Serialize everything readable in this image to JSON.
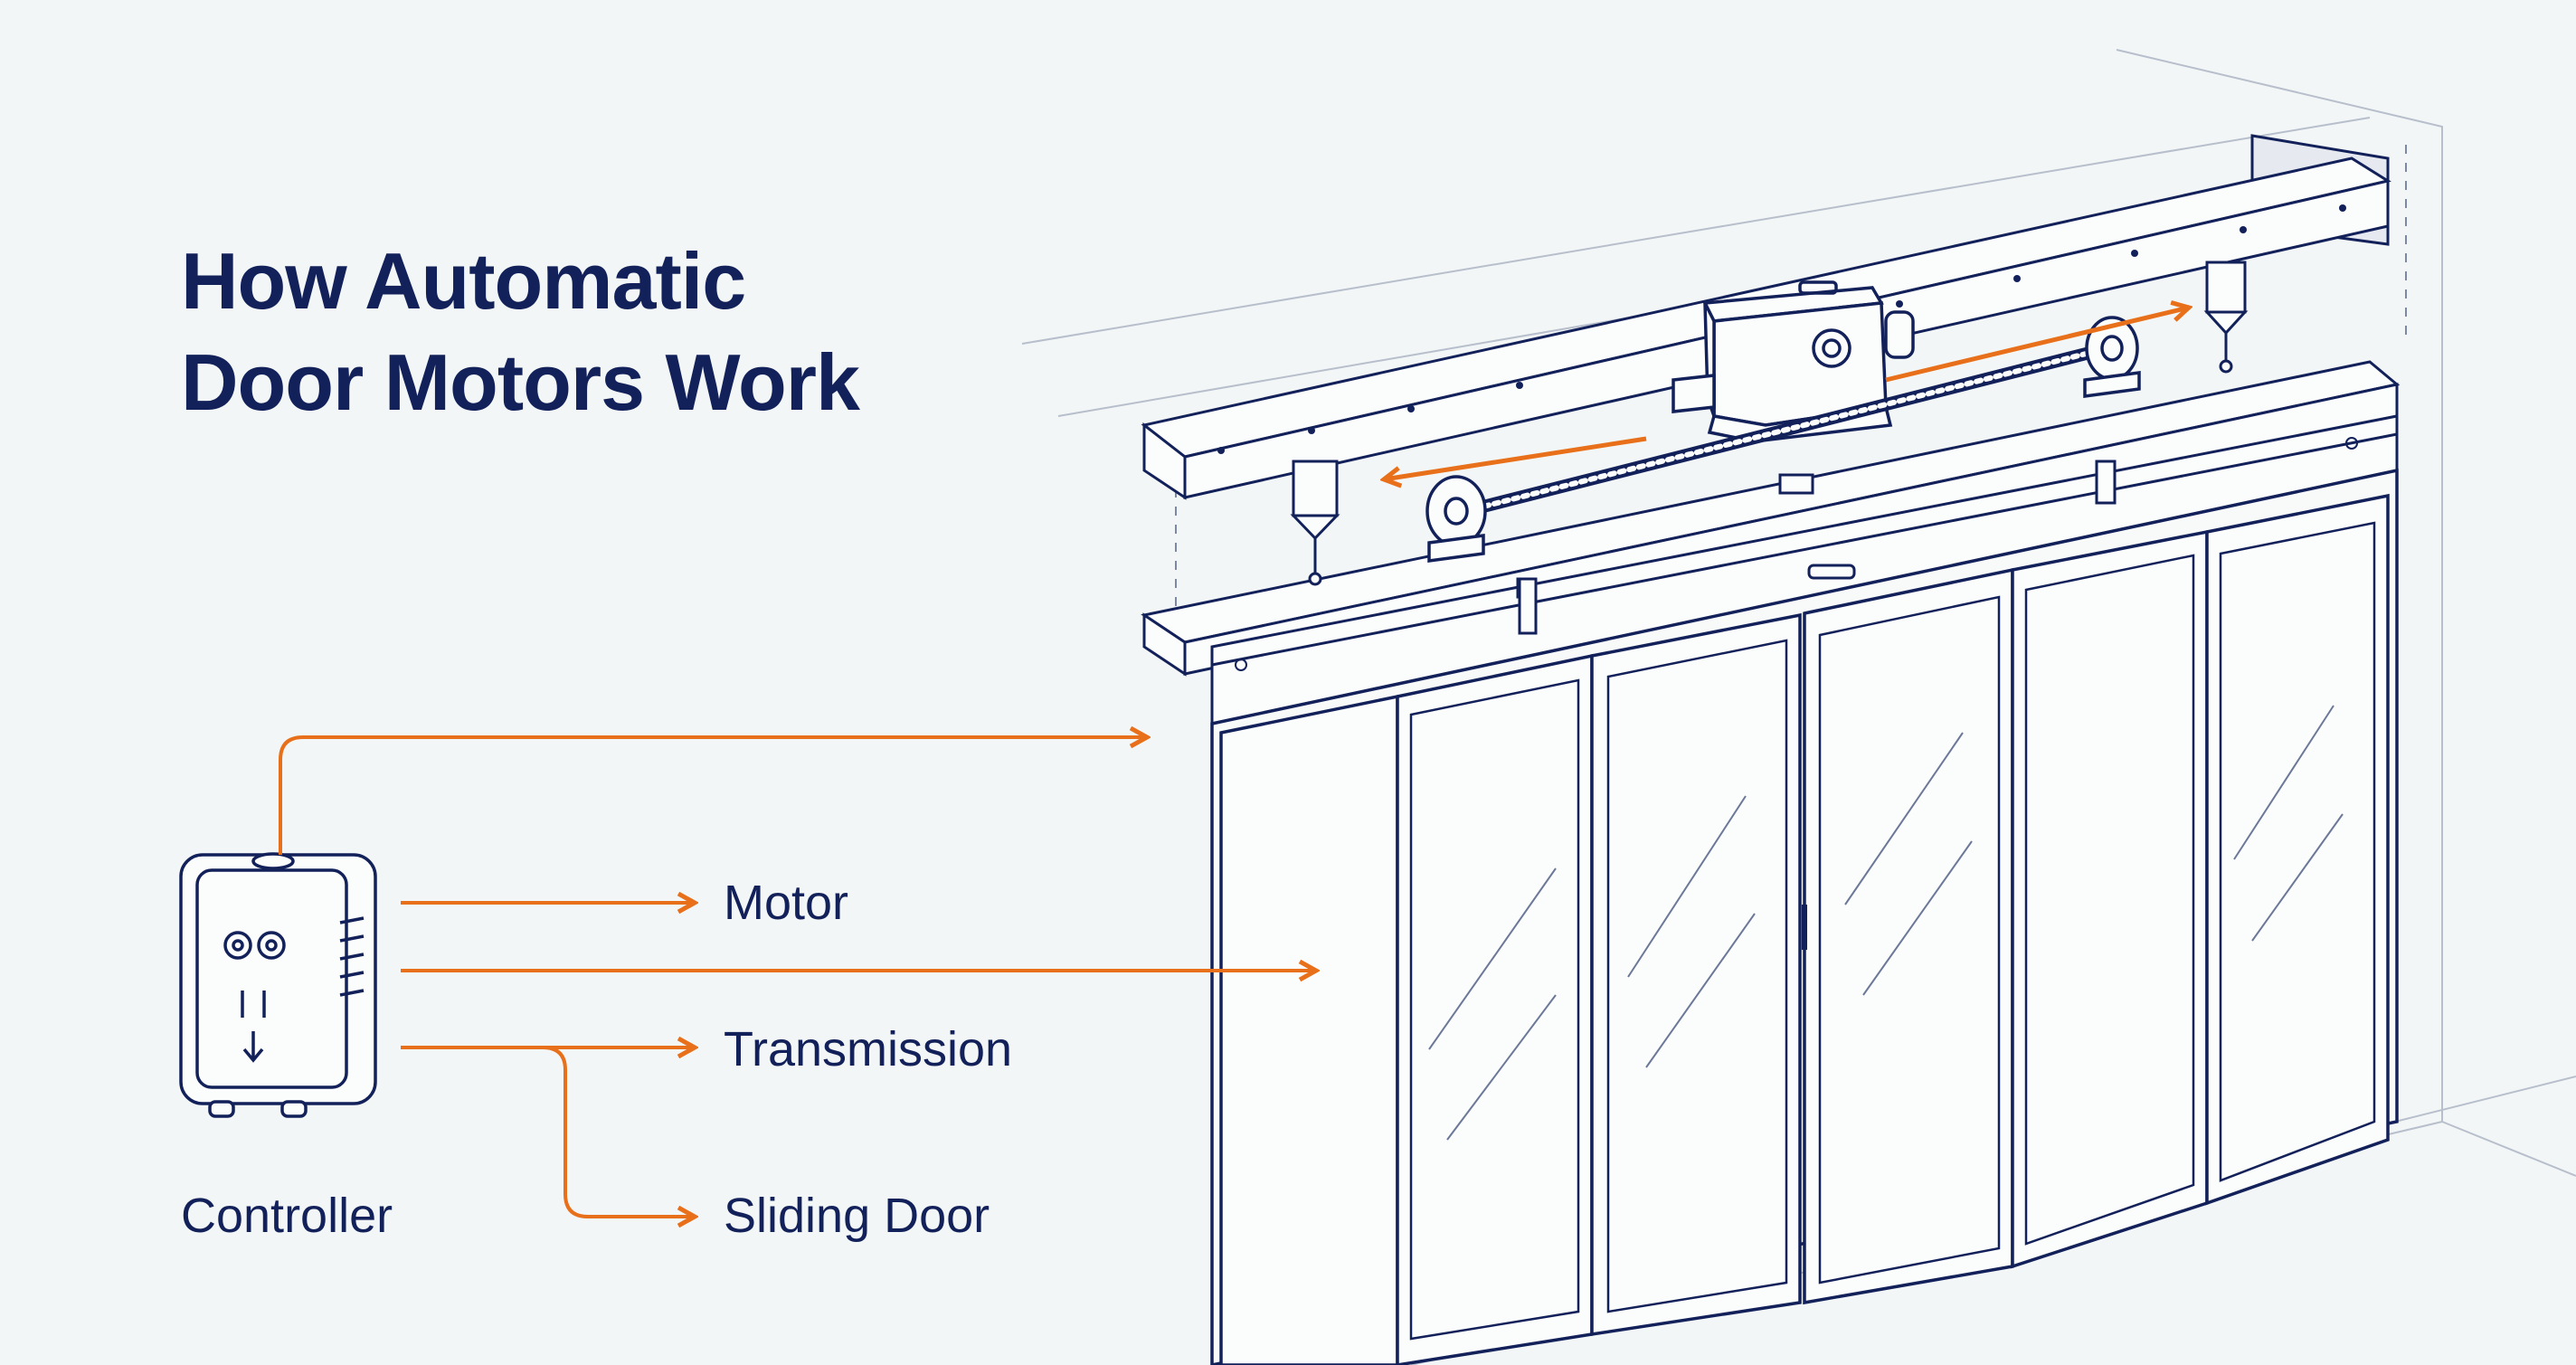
{
  "title": {
    "line1": "How Automatic",
    "line2": "Door Motors Work"
  },
  "labels": {
    "motor": "Motor",
    "transmission": "Transmission",
    "sliding_door": "Sliding Door",
    "controller": "Controller"
  },
  "colors": {
    "background": "#f3f6f6",
    "ink": "#13215a",
    "accent": "#e8701a",
    "guide": "#b8bfcc"
  },
  "icons": [
    "controller-icon",
    "door-motor-icon",
    "pulley-icon",
    "belt-icon",
    "sliding-door-icon"
  ]
}
